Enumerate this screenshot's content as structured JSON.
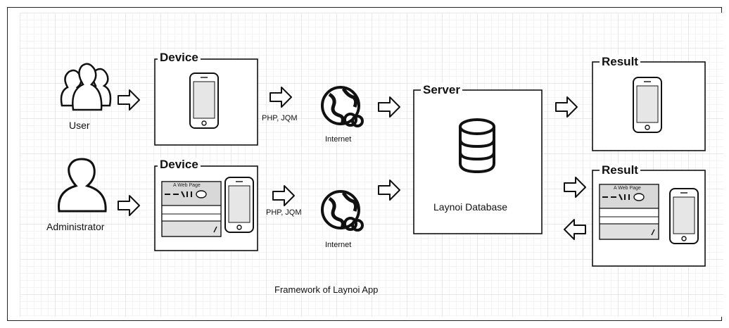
{
  "actors": {
    "user_label": "User",
    "admin_label": "Administrator"
  },
  "device_top": {
    "title": "Device"
  },
  "device_bottom": {
    "title": "Device",
    "webpage_title": "A Web Page"
  },
  "connectors": {
    "top_label": "PHP, JQM",
    "bottom_label": "PHP, JQM",
    "internet_top": "Internet",
    "internet_bottom": "Internet"
  },
  "server": {
    "title": "Server",
    "db_label": "Laynoi Database"
  },
  "result_top": {
    "title": "Result"
  },
  "result_bottom": {
    "title": "Result",
    "webpage_title": "A Web Page"
  },
  "caption": "Framework of Laynoi App",
  "colors": {
    "line": "#111111",
    "screen": "#e6e6e6",
    "grid": "#e8e8e8"
  },
  "icons": [
    "user-group-icon",
    "user-icon",
    "smartphone-icon",
    "globe-icon",
    "database-icon",
    "arrow-right-icon",
    "arrow-left-icon",
    "browser-window-icon"
  ]
}
